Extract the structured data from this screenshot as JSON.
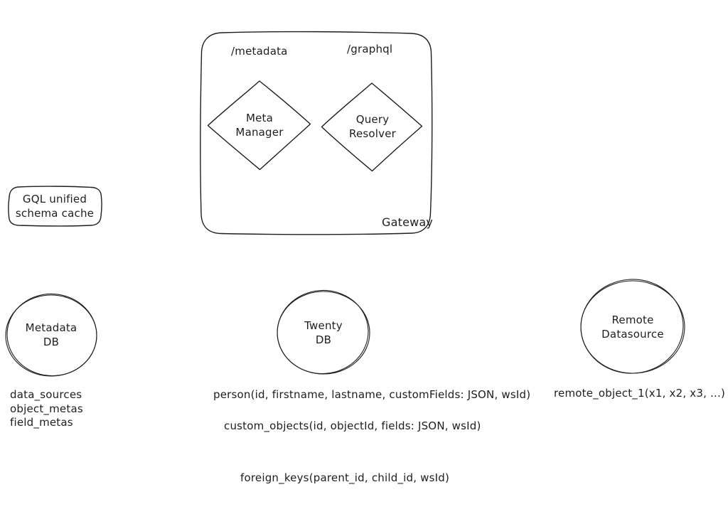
{
  "gateway": {
    "label": "Gateway",
    "route_metadata": "/metadata",
    "route_graphql": "/graphql",
    "meta_manager": "Meta\nManager",
    "query_resolver": "Query\nResolver"
  },
  "cache": {
    "label": "GQL unified\nschema cache"
  },
  "metadata_db": {
    "name": "Metadata\nDB",
    "tables": [
      "data_sources",
      "object_metas",
      "field_metas"
    ]
  },
  "twenty_db": {
    "name": "Twenty\nDB",
    "tables": [
      "person(id, firstname, lastname, customFields: JSON, wsId)",
      "custom_objects(id, objectId, fields: JSON, wsId)",
      "foreign_keys(parent_id, child_id, wsId)"
    ]
  },
  "remote_datasource": {
    "name": "Remote\nDatasource",
    "tables": [
      "remote_object_1(x1, x2, x3, ...)"
    ]
  },
  "colors": {
    "stroke": "#1e1e1e",
    "background": "#ffffff"
  }
}
